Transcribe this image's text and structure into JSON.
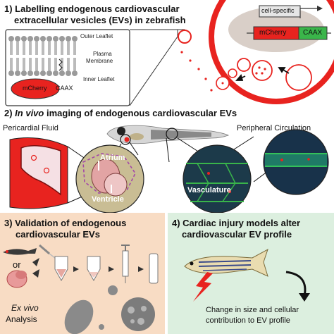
{
  "panel1": {
    "title_line1": "1) Labelling endogenous cardiovascular",
    "title_line2": "extracellular vesicles (EVs) in zebrafish",
    "outer_leaflet": "Outer Leaflet",
    "plasma_membrane_line1": "Plasma",
    "plasma_membrane_line2": "Membrane",
    "inner_leaflet": "Inner Leaflet",
    "mcherry": "mCherry",
    "caax": "CAAX",
    "promoter": "cell-specific",
    "construct_mcherry": "mCherry",
    "construct_caax": "CAAX"
  },
  "panel2": {
    "title_prefix": "2) ",
    "title_italic": "In vivo",
    "title_rest": " imaging of endogenous cardiovascular EVs",
    "pericardial_fluid": "Pericardial Fluid",
    "peripheral_circulation": "Peripheral Circulation",
    "atrium": "Atrium",
    "ventricle": "Ventricle",
    "vasculature": "Vasculature"
  },
  "panel3": {
    "title_line1": "3) Validation of endogenous",
    "title_line2": "cardiovascular EVs",
    "or_text": "or",
    "ex_vivo": "Ex vivo",
    "analysis": "Analysis"
  },
  "panel4": {
    "title_line1": "4) Cardiac injury models alter",
    "title_line2": "cardiovascular EV profile",
    "caption_line1": "Change in size and cellular",
    "caption_line2": "contribution to EV profile"
  },
  "colors": {
    "panel3_bg": "#f8dcc4",
    "panel4_bg": "#dcefdf",
    "cell_red": "#e8231f",
    "cytoplasm": "#d9cfc8",
    "construct_green": "#3ab54a",
    "tissue_tan": "#d9c9a3",
    "vessel_green": "#1f8f3a"
  }
}
